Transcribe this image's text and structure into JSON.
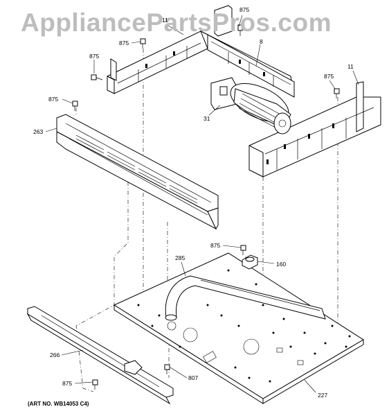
{
  "watermark": "AppliancePartsPros.com",
  "art_number": "(ART NO. WB14053 C4)",
  "callouts": {
    "c875_top_right": "875",
    "c11_top": "11",
    "c875_upper_left": "875",
    "c8": "8",
    "c875_left": "875",
    "c875_right": "875",
    "c11_right": "11",
    "c875_rail": "875",
    "c263": "263",
    "c31": "31",
    "c875_mid": "875",
    "c285": "285",
    "c160": "160",
    "c266": "266",
    "c807": "807",
    "c875_bottom": "875",
    "c227": "227"
  }
}
